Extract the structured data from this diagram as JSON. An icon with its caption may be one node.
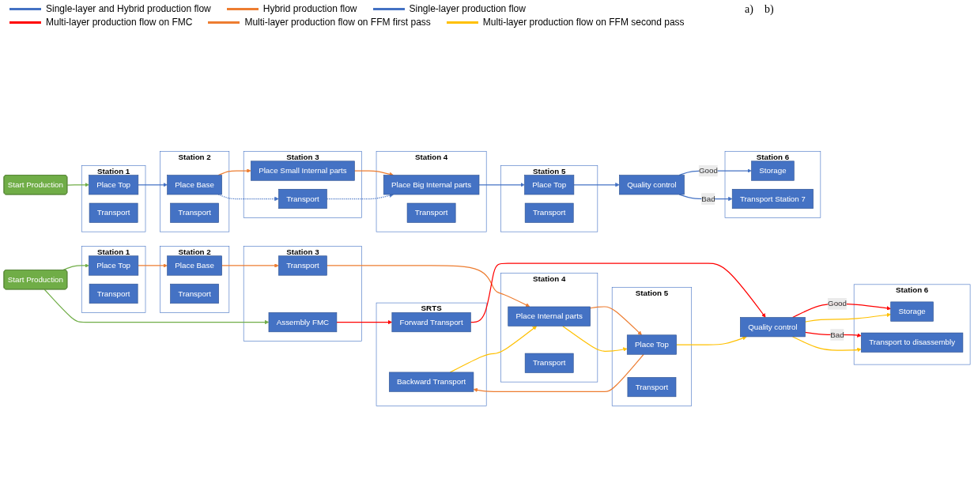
{
  "diagram": {
    "nodes": [
      {
        "text": [
          "Start Production"
        ]
      },
      {
        "text": [
          "Station 1"
        ]
      },
      {
        "text": [
          "Place Top"
        ],
        "in": 1
      },
      {
        "text": [
          "Transport"
        ],
        "in": 1
      },
      {
        "text": [
          "Station 2"
        ]
      },
      {
        "text": [
          "Place Base"
        ],
        "in": 4
      },
      {
        "text": [
          "Transport"
        ],
        "in": 4
      },
      {
        "text": [
          "Station 3"
        ]
      },
      {
        "text": [
          "Place Small Internal parts"
        ],
        "in": 7
      },
      {
        "text": [
          "Transport"
        ],
        "in": 7
      },
      {
        "text": [
          "Station 4"
        ]
      },
      {
        "text": [
          "Place Big Internal parts"
        ],
        "in": 10
      },
      {
        "text": [
          "Transport"
        ],
        "in": 10
      },
      {
        "text": [
          "Station 5"
        ]
      },
      {
        "text": [
          "Place Top"
        ],
        "in": 13
      },
      {
        "text": [
          "Transport"
        ],
        "in": 13
      },
      {
        "text": [
          "Quality control"
        ]
      },
      {
        "text": [
          "Station 6"
        ]
      },
      {
        "text": [
          "Storage"
        ],
        "in": 17
      },
      {
        "text": [
          "Transport Station 7"
        ],
        "in": 17
      },
      {
        "text": [
          "SRTS"
        ]
      },
      {
        "text": [
          "Backward Transport"
        ],
        "in": 20
      },
      {
        "text": [
          "Forward Transport"
        ],
        "in": 20
      },
      {
        "text": [
          "Start Production"
        ]
      },
      {
        "text": [
          "Station 1"
        ]
      },
      {
        "text": [
          "Place Top"
        ],
        "in": 24
      },
      {
        "text": [
          "Transport"
        ],
        "in": 24
      },
      {
        "text": [
          "Station 2"
        ]
      },
      {
        "text": [
          "Place Base"
        ],
        "in": 27
      },
      {
        "text": [
          "Transport"
        ],
        "in": 27
      },
      {
        "text": [
          "Station 3"
        ]
      },
      {
        "text": [
          "Assembly FMC"
        ],
        "in": 30
      },
      {
        "text": [
          "Transport"
        ],
        "in": 30
      },
      {
        "text": [
          "Station 4"
        ]
      },
      {
        "text": [
          "Place Internal parts"
        ],
        "in": 33
      },
      {
        "text": [
          "Transport"
        ],
        "in": 33
      },
      {
        "text": [
          "Station 5"
        ]
      },
      {
        "text": [
          "Place Top"
        ],
        "in": 36
      },
      {
        "text": [
          "Transport"
        ],
        "in": 36
      },
      {
        "text": [
          "Quality control"
        ]
      },
      {
        "text": [
          "Station 6"
        ]
      },
      {
        "text": [
          "Storage"
        ],
        "in": 40
      },
      {
        "text": [
          "Transport to disassembly"
        ],
        "in": 40
      }
    ],
    "edges": [
      {
        "from": 0,
        "to": 2,
        "arrow": "to",
        "color": "#70ad47"
      },
      {
        "from": 2,
        "to": 5,
        "arrow": "to"
      },
      {
        "from": 5,
        "to": 8,
        "arrow": "to",
        "color": "#ed7d31"
      },
      {
        "from": 5,
        "to": 9,
        "arrow": "to",
        "style": "dashed"
      },
      {
        "from": 8,
        "to": 11,
        "arrow": "to",
        "color": "#ed7d31"
      },
      {
        "from": 9,
        "to": 11,
        "arrow": "to",
        "style": "dashed"
      },
      {
        "from": 11,
        "to": 14,
        "arrow": "to"
      },
      {
        "from": 14,
        "to": 16,
        "arrow": "to"
      },
      {
        "from": 16,
        "to": 18,
        "arrow": "to",
        "label": "Good"
      },
      {
        "from": 16,
        "to": 19,
        "arrow": "to",
        "label": "Bad"
      },
      {
        "from": 23,
        "to": 25,
        "arrow": "to",
        "color": "#70ad47"
      },
      {
        "from": 23,
        "to": 31,
        "arrow": "to",
        "color": "#70ad47"
      },
      {
        "from": 25,
        "to": 28,
        "arrow": "to",
        "color": "#ed7d31"
      },
      {
        "from": 28,
        "to": 32,
        "arrow": "to",
        "color": "#ed7d31"
      },
      {
        "from": 32,
        "to": 34,
        "arrow": "to",
        "color": "#ed7d31"
      },
      {
        "from": 34,
        "to": 37,
        "arrow": "to",
        "color": "#ed7d31"
      },
      {
        "from": 34,
        "to": 37,
        "arrow": "to",
        "color": "#ffc000"
      },
      {
        "from": 37,
        "to": 21,
        "arrow": "to",
        "color": "#ed7d31"
      },
      {
        "from": 21,
        "to": 34,
        "arrow": "to",
        "color": "#ffc000"
      },
      {
        "from": 31,
        "to": 22,
        "arrow": "to",
        "color": "#ff0000"
      },
      {
        "from": 22,
        "to": 39,
        "arrow": "to",
        "color": "#ff0000"
      },
      {
        "from": 37,
        "to": 39,
        "arrow": "to",
        "color": "#ffc000"
      },
      {
        "from": 39,
        "to": 41,
        "arrow": "to",
        "color": "#ff0000",
        "label": "Good"
      },
      {
        "from": 39,
        "to": 42,
        "arrow": "to",
        "color": "#ff0000",
        "label": "Bad"
      },
      {
        "from": 39,
        "to": 41,
        "arrow": "to",
        "color": "#ffc000"
      },
      {
        "from": 39,
        "to": 42,
        "arrow": "to",
        "color": "#ffc000"
      }
    ],
    "labels": [
      "a)",
      "b)"
    ],
    "legend": [
      {
        "text": "Single-layer and Hybrid production flow",
        "color": "#4472c4"
      },
      {
        "text": "Hybrid production flow",
        "color": "#ed7d31"
      },
      {
        "text": "Single-layer production flow",
        "color": "#4472c4"
      },
      {
        "text": "Multi-layer production flow on FMC",
        "color": "#ff0000"
      },
      {
        "text": "Multi-layer production flow on FFM first pass",
        "color": "#ed7d31"
      },
      {
        "text": "Multi-layer production flow on FFM second pass",
        "color": "#ffc000"
      }
    ]
  }
}
